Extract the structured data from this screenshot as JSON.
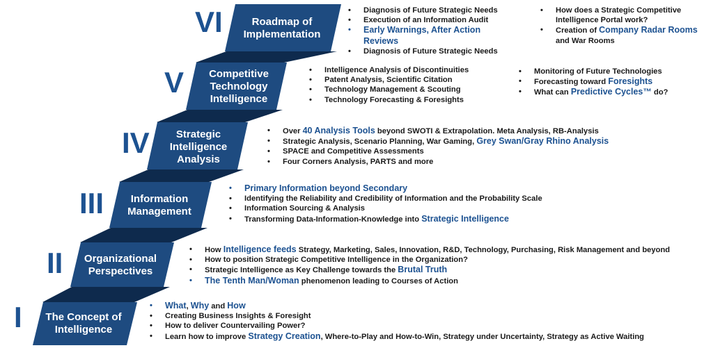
{
  "colors": {
    "accent": "#1d5291",
    "step": "#1e4b80",
    "shadow": "#0e2a4d",
    "text": "#1a1a1a"
  },
  "steps": [
    {
      "numeral": "I",
      "title": "The Concept of\nIntelligence",
      "bullets": [
        [
          {
            "t": "What",
            "h": true
          },
          {
            "t": ", "
          },
          {
            "t": "Why",
            "h": true
          },
          {
            "t": " and "
          },
          {
            "t": "How",
            "h": true
          }
        ],
        [
          {
            "t": "Creating Business Insights & Foresight"
          }
        ],
        [
          {
            "t": "How to deliver Countervailing Power?"
          }
        ],
        [
          {
            "t": "Learn how to improve "
          },
          {
            "t": "Strategy Creation",
            "h": true
          },
          {
            "t": ", Where-to-Play and How-to-Win, Strategy under Uncertainty, Strategy as Active Waiting"
          }
        ]
      ]
    },
    {
      "numeral": "II",
      "title": "Organizational\nPerspectives",
      "bullets": [
        [
          {
            "t": "How "
          },
          {
            "t": "Intelligence feeds",
            "h": true
          },
          {
            "t": " Strategy, Marketing, Sales, Innovation, R&D, Technology, Purchasing, Risk Management and beyond"
          }
        ],
        [
          {
            "t": "How to position Strategic Competitive Intelligence in the Organization?"
          }
        ],
        [
          {
            "t": "Strategic Intelligence as Key Challenge towards the "
          },
          {
            "t": "Brutal Truth",
            "h": true
          }
        ],
        [
          {
            "t": "The Tenth Man/Woman",
            "h": true
          },
          {
            "t": " phenomenon leading to Courses of Action"
          }
        ]
      ]
    },
    {
      "numeral": "III",
      "title": "Information\nManagement",
      "bullets": [
        [
          {
            "t": "Primary Information beyond Secondary",
            "h": true
          }
        ],
        [
          {
            "t": "Identifying the Reliability and Credibility of Information and the Probability Scale"
          }
        ],
        [
          {
            "t": "Information Sourcing & Analysis"
          }
        ],
        [
          {
            "t": "Transforming Data-Information-Knowledge into "
          },
          {
            "t": "Strategic Intelligence",
            "h": true
          }
        ]
      ]
    },
    {
      "numeral": "IV",
      "title": "Strategic\nIntelligence\nAnalysis",
      "bullets": [
        [
          {
            "t": "Over "
          },
          {
            "t": "40 Analysis Tools",
            "h": true
          },
          {
            "t": " beyond SWOTI & Extrapolation. Meta Analysis, RB-Analysis"
          }
        ],
        [
          {
            "t": "Strategic Analysis, Scenario Planning, War Gaming, "
          },
          {
            "t": "Grey Swan/Gray Rhino Analysis",
            "h": true
          }
        ],
        [
          {
            "t": "SPACE and Competitive Assessments"
          }
        ],
        [
          {
            "t": "Four Corners Analysis, PARTS and more"
          }
        ]
      ]
    },
    {
      "numeral": "V",
      "title": "Competitive\nTechnology\nIntelligence",
      "bullets": [
        [
          {
            "t": "Intelligence Analysis of Discontinuities"
          }
        ],
        [
          {
            "t": "Patent Analysis, Scientific Citation"
          }
        ],
        [
          {
            "t": "Technology Management & Scouting"
          }
        ],
        [
          {
            "t": "Technology Forecasting & Foresights"
          }
        ]
      ],
      "bullets2": [
        [
          {
            "t": "Monitoring of Future Technologies"
          }
        ],
        [
          {
            "t": "Forecasting toward "
          },
          {
            "t": "Foresights",
            "h": true
          }
        ],
        [
          {
            "t": "What can "
          },
          {
            "t": "Predictive Cycles",
            "h": true
          },
          {
            "t": "™",
            "h": true
          },
          {
            "t": " do?"
          }
        ]
      ]
    },
    {
      "numeral": "VI",
      "title": "Roadmap of\nImplementation",
      "bullets": [
        [
          {
            "t": "Diagnosis of Future Strategic Needs"
          }
        ],
        [
          {
            "t": "Execution of an Information Audit"
          }
        ],
        [
          {
            "t": "Early Warnings, After Action Reviews",
            "h": true
          }
        ],
        [
          {
            "t": "Diagnosis of Future Strategic Needs"
          }
        ]
      ],
      "bullets2": [
        [
          {
            "t": "How does a Strategic Competitive Intelligence Portal work?"
          }
        ],
        [
          {
            "t": "Creation of "
          },
          {
            "t": "Company Radar Rooms",
            "h": true
          },
          {
            "t": " and War Rooms"
          }
        ]
      ]
    }
  ]
}
